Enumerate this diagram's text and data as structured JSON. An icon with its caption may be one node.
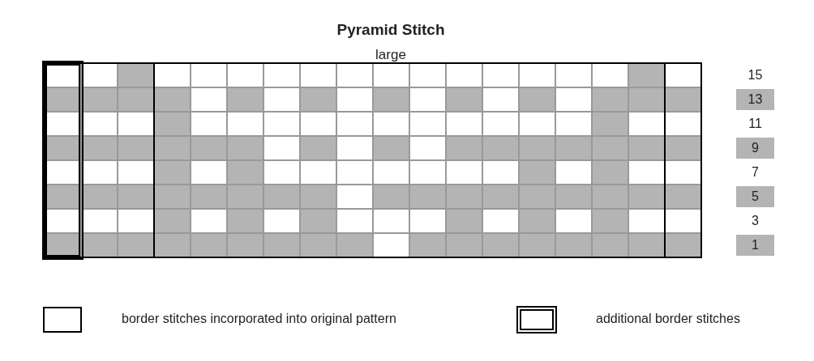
{
  "diagram": {
    "title": "Pyramid Stitch",
    "labels": [
      "large",
      "15",
      "13",
      "11",
      "9",
      "7",
      "5",
      "3",
      "1"
    ],
    "legend": [
      {
        "text": "border stitches incorporated into original pattern"
      },
      {
        "text": "additional border stitches"
      }
    ]
  }
}
